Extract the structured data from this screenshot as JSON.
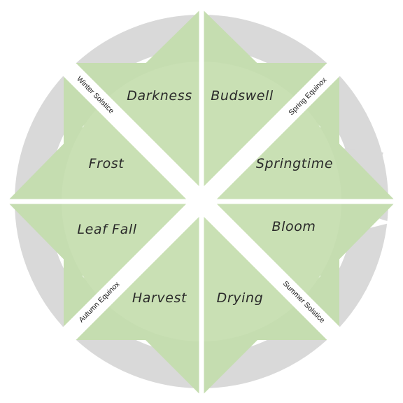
{
  "diagram": {
    "colors": {
      "ring": "#d9d9d9",
      "wedge": "#c5ddb0",
      "inner_circle": "#c9e0b4",
      "background": "#ffffff",
      "divider": "#ffffff"
    },
    "segments": [
      {
        "id": "darkness",
        "label": "Darkness"
      },
      {
        "id": "budswell",
        "label": "Budswell"
      },
      {
        "id": "springtime",
        "label": "Springtime"
      },
      {
        "id": "bloom",
        "label": "Bloom"
      },
      {
        "id": "drying",
        "label": "Drying"
      },
      {
        "id": "harvest",
        "label": "Harvest"
      },
      {
        "id": "leaffall",
        "label": "Leaf Fall"
      },
      {
        "id": "frost",
        "label": "Frost"
      }
    ],
    "events": [
      {
        "id": "winter-solstice",
        "label": "Winter Solstice"
      },
      {
        "id": "spring-equinox",
        "label": "Spring Equinox"
      },
      {
        "id": "summer-solstice",
        "label": "Summer Solstice"
      },
      {
        "id": "autumn-equinox",
        "label": "Autumn Equinox"
      }
    ]
  }
}
